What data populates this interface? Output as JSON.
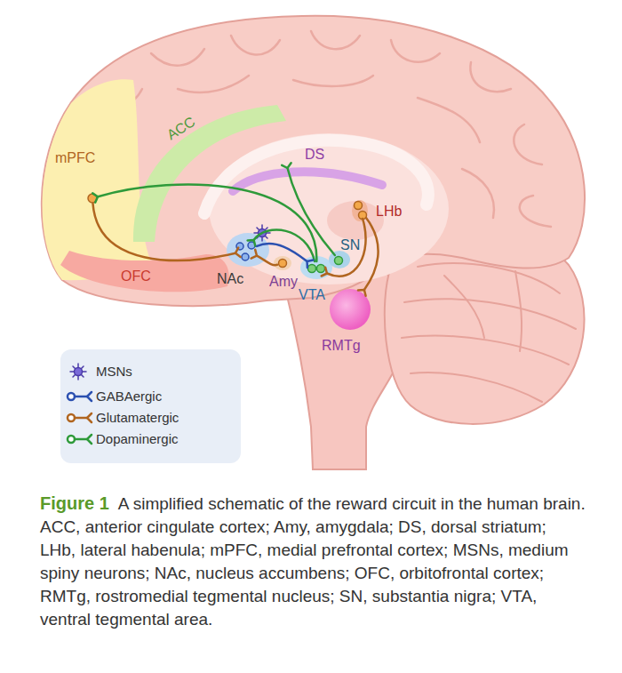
{
  "diagram": {
    "caption": "A simplified schematic of the reward circuit in the human brain. ACC, anterior cingulate cortex; Amy, amygdala; DS, dorsal striatum; LHb, lateral habenula; mPFC, medial prefrontal cortex; MSNs, medium spiny neurons; NAc, nucleus accumbens; OFC, orbitofrontal cortex; RMTg, rostromedial tegmental nucleus; SN, substantia nigra; VTA, ventral tegmental area.",
    "nodes": [
      {
        "text": [
          "mPFC"
        ]
      },
      {
        "text": [
          "ACC"
        ]
      },
      {
        "text": [
          "DS"
        ]
      },
      {
        "text": [
          "LHb"
        ]
      },
      {
        "text": [
          "SN"
        ]
      },
      {
        "text": [
          "OFC"
        ]
      },
      {
        "text": [
          "NAc"
        ]
      },
      {
        "text": [
          "Amy"
        ]
      },
      {
        "text": [
          "VTA"
        ]
      },
      {
        "text": [
          "RMTg"
        ]
      }
    ],
    "edges": [
      {
        "from": 0,
        "to": 6,
        "arrow": "to"
      },
      {
        "from": 7,
        "to": 6,
        "arrow": "to"
      },
      {
        "from": 8,
        "to": 0,
        "arrow": "to"
      },
      {
        "from": 8,
        "to": 6,
        "arrow": "to"
      },
      {
        "from": 4,
        "to": 2,
        "arrow": "to"
      },
      {
        "from": 6,
        "to": 8,
        "arrow": "to"
      },
      {
        "from": 3,
        "to": 8,
        "arrow": "to"
      },
      {
        "from": 3,
        "to": 9,
        "arrow": "to"
      }
    ],
    "labels": [
      "Figure 1"
    ],
    "legend": [
      {
        "text": "MSNs"
      },
      {
        "text": "GABAergic"
      },
      {
        "text": "Glutamatergic"
      },
      {
        "text": "Dopaminergic"
      }
    ]
  }
}
